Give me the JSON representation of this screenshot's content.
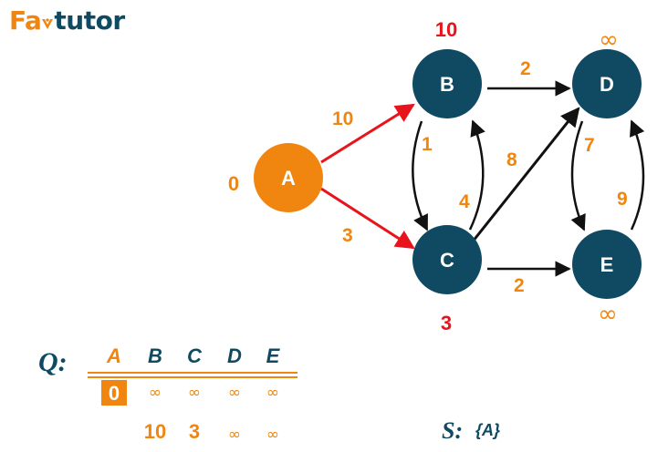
{
  "logo": {
    "part1": "Fa",
    "part2": "tutor"
  },
  "colors": {
    "navy": "#0f4a62",
    "orange": "#f0860f",
    "red": "#e8141b",
    "black": "#111111"
  },
  "nodes": [
    {
      "id": "A",
      "label": "A",
      "dist": "0"
    },
    {
      "id": "B",
      "label": "B",
      "dist": "10"
    },
    {
      "id": "C",
      "label": "C",
      "dist": "3"
    },
    {
      "id": "D",
      "label": "D",
      "dist": "∞"
    },
    {
      "id": "E",
      "label": "E",
      "dist": "∞"
    }
  ],
  "edges": [
    {
      "from": "A",
      "to": "B",
      "weight": "10",
      "highlight": true
    },
    {
      "from": "A",
      "to": "C",
      "weight": "3",
      "highlight": true
    },
    {
      "from": "B",
      "to": "C",
      "weight": "1",
      "highlight": false
    },
    {
      "from": "C",
      "to": "B",
      "weight": "4",
      "highlight": false
    },
    {
      "from": "B",
      "to": "D",
      "weight": "2",
      "highlight": false
    },
    {
      "from": "C",
      "to": "D",
      "weight": "8",
      "highlight": false
    },
    {
      "from": "C",
      "to": "E",
      "weight": "2",
      "highlight": false
    },
    {
      "from": "D",
      "to": "E",
      "weight": "7",
      "highlight": false
    },
    {
      "from": "E",
      "to": "D",
      "weight": "9",
      "highlight": false
    }
  ],
  "queue": {
    "label": "Q:",
    "headers": [
      "A",
      "B",
      "C",
      "D",
      "E"
    ],
    "row1": [
      "0",
      "∞",
      "∞",
      "∞",
      "∞"
    ],
    "row2": [
      "10",
      "3",
      "∞",
      "∞"
    ]
  },
  "visited": {
    "label": "S:",
    "set": "{A}"
  }
}
